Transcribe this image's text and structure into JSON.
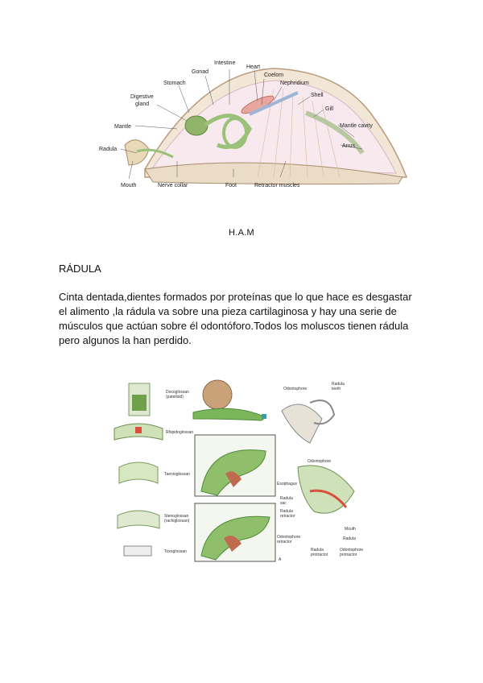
{
  "figure1": {
    "labels": {
      "intestine": "Intestine",
      "heart": "Heart",
      "gonad": "Gonad",
      "coelom": "Coelom",
      "stomach": "Stomach",
      "nephridium": "Nephridium",
      "digestive_gland": [
        "Digestive",
        "gland"
      ],
      "shell": "Shell",
      "gill": "Gill",
      "mantle": "Mantle",
      "mantle_cavity": "Mantle cavity",
      "radula": "Radula",
      "anus": "Anus",
      "mouth": "Mouth",
      "nerve_collar": "Nerve collar",
      "foot": "Foot",
      "retractor_muscles": "Retractor muscles"
    }
  },
  "caption": "H.A.M",
  "section": {
    "heading": "RÁDULA",
    "paragraph": "Cinta dentada,dientes formados por proteínas que lo que hace es desgastar el alimento ,la rádula  va sobre una pieza cartilaginosa y hay una serie de músculos que actúan sobre él odontóforo.Todos los moluscos tienen rádula pero algunos la han perdido."
  },
  "figure2": {
    "labels": {
      "type1": [
        "Docoglossan",
        "(patelloid)"
      ],
      "type2": "Rhipidoglossan",
      "type3": "Taenioglossan",
      "type4": [
        "Stenoglossan",
        "(rachiglossan)"
      ],
      "type5": "Toxoglossan",
      "odontophore_top": "Odontophore",
      "radula_teeth": [
        "Radula",
        "teeth"
      ],
      "esophagus": "Esophagus",
      "odontophore_mid": "Odontophore",
      "radula_sac": [
        "Radula",
        "sac"
      ],
      "radula_retractor": [
        "Radula",
        "retractor"
      ],
      "odontophore_retractor": [
        "Odontophore",
        "retractor"
      ],
      "mouth": "Mouth",
      "radula": "Radula",
      "radula_protractor": [
        "Radula",
        "protractor"
      ],
      "odontophore_protractor": [
        "Odontophore",
        "protractor"
      ],
      "panel_letter": "A"
    }
  }
}
